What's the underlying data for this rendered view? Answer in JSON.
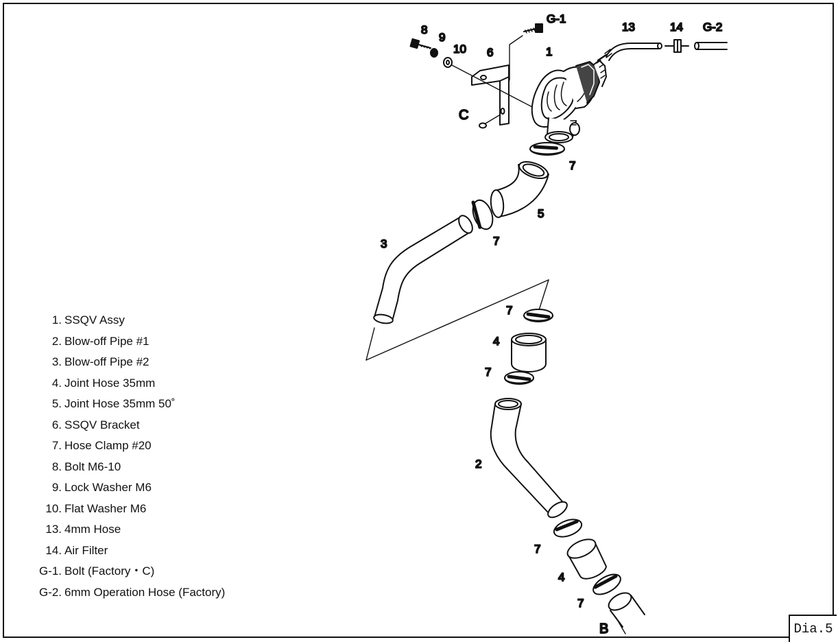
{
  "legend": [
    {
      "num": "1.",
      "text": "SSQV Assy"
    },
    {
      "num": "2.",
      "text": "Blow-off Pipe #1"
    },
    {
      "num": "3.",
      "text": "Blow-off Pipe #2"
    },
    {
      "num": "4.",
      "text": "Joint Hose 35mm"
    },
    {
      "num": "5.",
      "text": "Joint Hose 35mm 50˚"
    },
    {
      "num": "6.",
      "text": "SSQV Bracket"
    },
    {
      "num": "7.",
      "text": "Hose Clamp #20"
    },
    {
      "num": "8.",
      "text": "Bolt M6-10"
    },
    {
      "num": "9.",
      "text": "Lock Washer M6"
    },
    {
      "num": "10.",
      "text": "Flat Washer M6"
    },
    {
      "num": "13.",
      "text": "4mm Hose"
    },
    {
      "num": "14.",
      "text": "Air Filter"
    },
    {
      "num": "G-1.",
      "text": "Bolt (Factory・C)"
    },
    {
      "num": "G-2.",
      "text": "6mm Operation Hose (Factory)"
    }
  ],
  "callouts": {
    "n8": "8",
    "n9": "9",
    "n10": "10",
    "n6": "6",
    "g1": "G-1",
    "n1": "1",
    "n13": "13",
    "n14": "14",
    "g2": "G-2",
    "c": "C",
    "n7a": "7",
    "n5": "5",
    "n7b": "7",
    "n3": "3",
    "n7c": "7",
    "n4a": "4",
    "n7d": "7",
    "n2": "2",
    "n7e": "7",
    "n4b": "4",
    "n7f": "7",
    "b": "B"
  },
  "diagram_label": "Dia.5"
}
